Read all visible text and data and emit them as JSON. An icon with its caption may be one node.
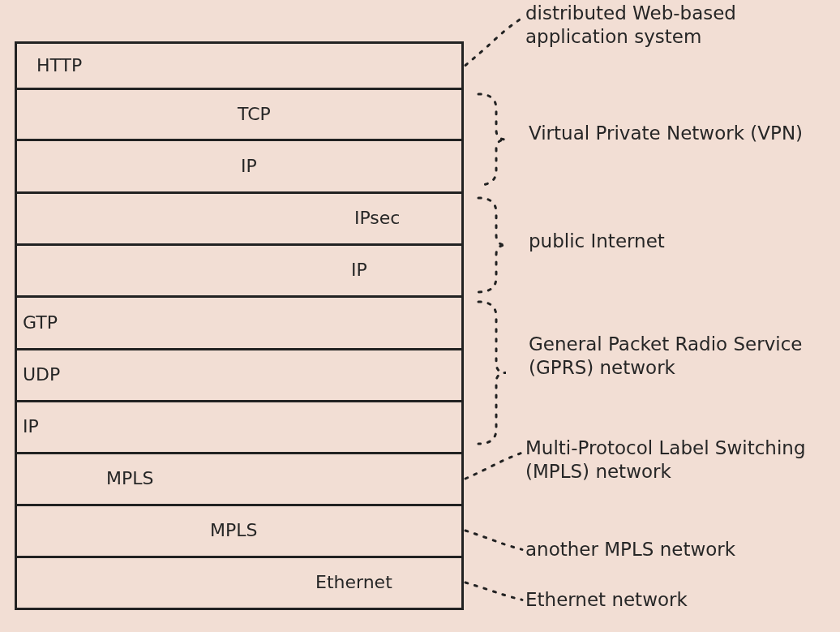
{
  "diagram": {
    "nodes": [
      {
        "text": [
          "HTTP"
        ]
      },
      {
        "text": [
          "TCP"
        ]
      },
      {
        "text": [
          "IP"
        ]
      },
      {
        "text": [
          "IPsec"
        ]
      },
      {
        "text": [
          "IP"
        ]
      },
      {
        "text": [
          "GTP"
        ]
      },
      {
        "text": [
          "UDP"
        ]
      },
      {
        "text": [
          "IP"
        ]
      },
      {
        "text": [
          "MPLS"
        ]
      },
      {
        "text": [
          "MPLS"
        ]
      },
      {
        "text": [
          "Ethernet"
        ]
      },
      {
        "text": [
          "distributed Web-based application system"
        ]
      },
      {
        "text": [
          "Multi-Protocol Label Switching (MPLS) network"
        ]
      },
      {
        "text": [
          "another MPLS network"
        ]
      },
      {
        "text": [
          "Ethernet network"
        ]
      }
    ],
    "edges": [
      {
        "from": 0,
        "to": 11,
        "arrow": "none",
        "style": "dashed"
      },
      {
        "from": 8,
        "to": 12,
        "arrow": "none",
        "style": "dashed"
      },
      {
        "from": 9,
        "to": 13,
        "arrow": "none",
        "style": "dashed"
      },
      {
        "from": 10,
        "to": 14,
        "arrow": "none",
        "style": "dashed"
      }
    ],
    "labels": [
      "Virtual Private Network (VPN)",
      "public Internet",
      "General Packet Radio Service (GPRS) network"
    ]
  }
}
